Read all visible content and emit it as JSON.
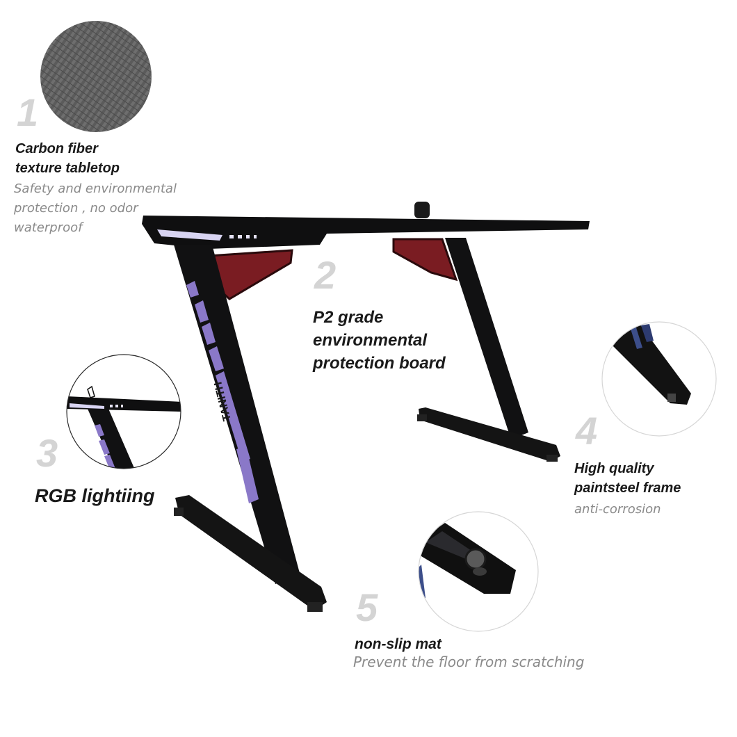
{
  "features": [
    {
      "number": "1",
      "title": [
        "Carbon fiber",
        "texture tabletop"
      ],
      "subtitle": [
        "Safety and environmental",
        "protection , no odor",
        "waterproof"
      ]
    },
    {
      "number": "2",
      "title": [
        "P2 grade",
        "environmental",
        "protection board"
      ]
    },
    {
      "number": "3",
      "title": [
        "RGB lightiing"
      ]
    },
    {
      "number": "4",
      "title": [
        "High quality",
        "paintsteel frame"
      ],
      "subtitle": [
        "anti-corrosion"
      ]
    },
    {
      "number": "5",
      "title": [
        "non-slip mat"
      ],
      "subtitle": [
        "Prevent the floor from scratching"
      ]
    }
  ],
  "leg_text": "TANITH",
  "colors": {
    "desk_black": "#0f0f10",
    "rgb_purple": "#8a78c8",
    "bracket_red": "#7a1c22",
    "number_gray": "#d4d4d4",
    "subtitle_gray": "#8a8a8a"
  }
}
